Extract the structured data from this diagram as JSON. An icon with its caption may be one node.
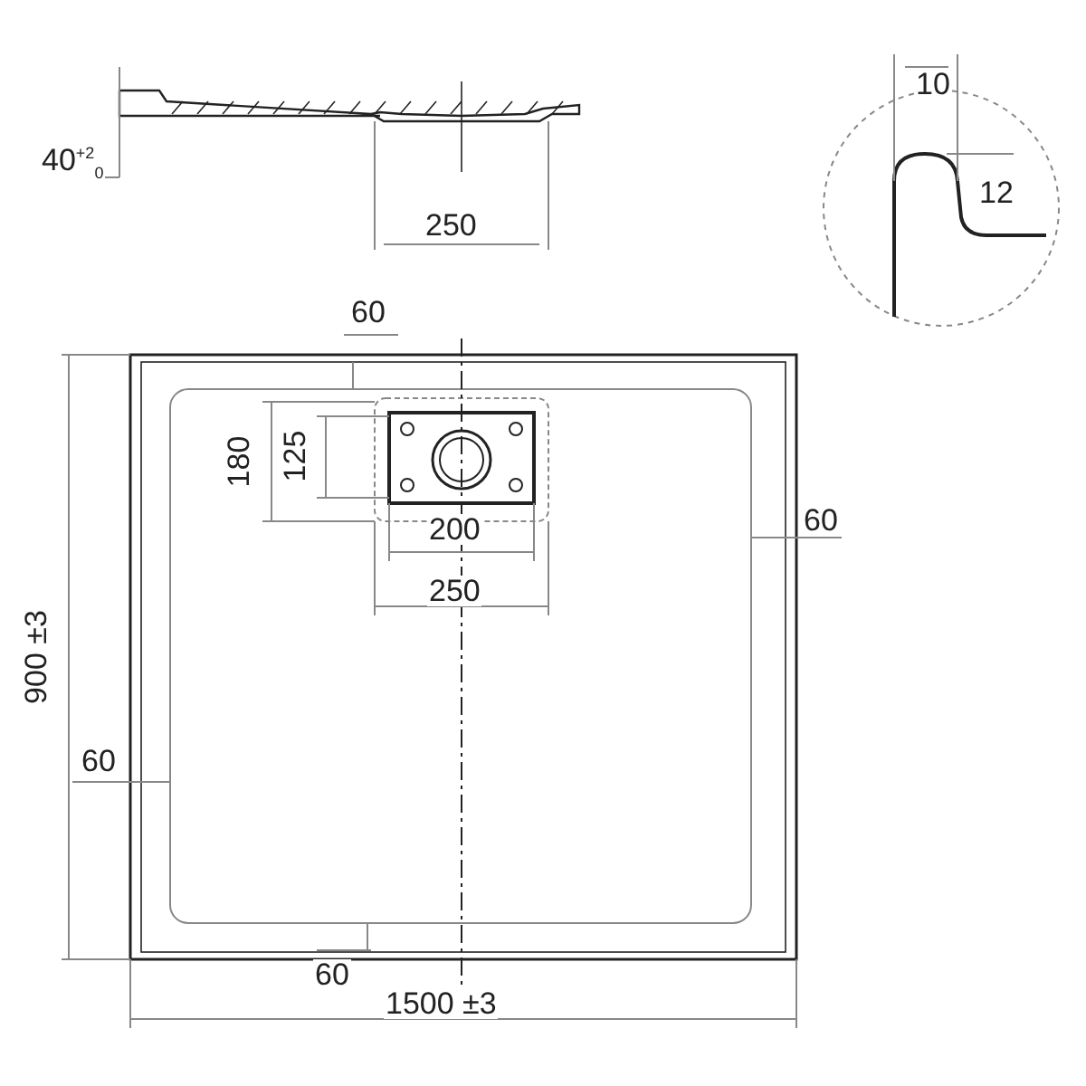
{
  "diagram": {
    "labels": [
      "10",
      "40$^{+2}$$_{0}$",
      "250",
      "12",
      "60",
      "180",
      "125",
      "200",
      "250",
      "60",
      "900 ±3",
      "60",
      "60",
      "1500 ±3"
    ]
  }
}
